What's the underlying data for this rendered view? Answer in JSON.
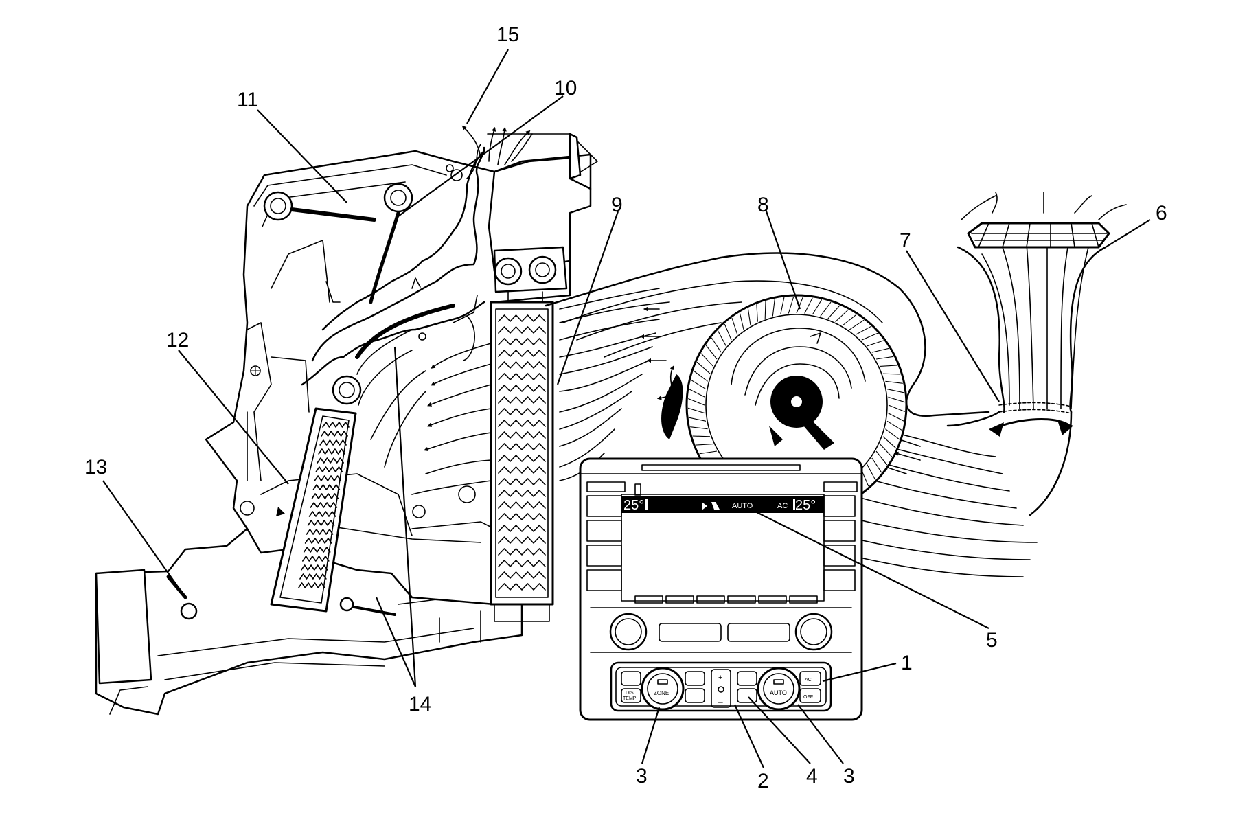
{
  "callouts": {
    "c1": "1",
    "c2": "2",
    "c3a": "3",
    "c3b": "3",
    "c4": "4",
    "c5": "5",
    "c6": "6",
    "c7": "7",
    "c8": "8",
    "c9": "9",
    "c10": "10",
    "c11": "11",
    "c12": "12",
    "c13": "13",
    "c14": "14",
    "c15": "15"
  },
  "display": {
    "left_temp": "25°",
    "right_temp": "25°",
    "mode": "AUTO",
    "ac": "AC"
  },
  "panel": {
    "zone_label": "ZONE",
    "auto_label": "AUTO",
    "dis_label": "DIS",
    "temp_label": "TEMP",
    "ac_label": "AC",
    "off_label": "OFF",
    "plus": "+",
    "minus": "–"
  }
}
